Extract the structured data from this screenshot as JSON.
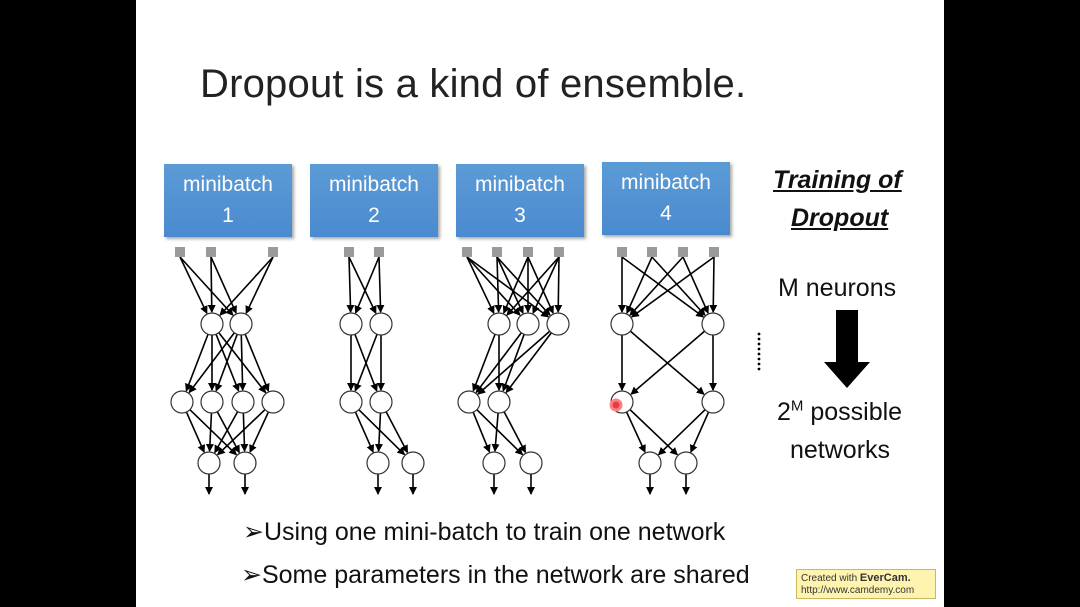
{
  "slide": {
    "title": "Dropout is a kind of ensemble.",
    "minibatches": [
      {
        "label": "minibatch",
        "num": "1"
      },
      {
        "label": "minibatch",
        "num": "2"
      },
      {
        "label": "minibatch",
        "num": "3"
      },
      {
        "label": "minibatch",
        "num": "4"
      }
    ],
    "side": {
      "training_line1": "Training of",
      "training_line2": "Dropout",
      "m_neurons": "M neurons",
      "possible_base": "2",
      "possible_exp": "M",
      "possible_rest": " possible",
      "networks": "networks",
      "ellipsis": "……"
    },
    "bullets": [
      {
        "marker": "➢",
        "text": "Using one mini-batch to train one network"
      },
      {
        "marker": "➢",
        "text": "Some parameters in the network are shared"
      }
    ]
  },
  "watermark": {
    "line1_prefix": "Created with ",
    "brand": "EverCam.",
    "line2": "http://www.camdemy.com"
  },
  "colors": {
    "minibatch_fill": "#5b9bd5",
    "background_outer": "#000000",
    "slide_bg": "#ffffff"
  }
}
